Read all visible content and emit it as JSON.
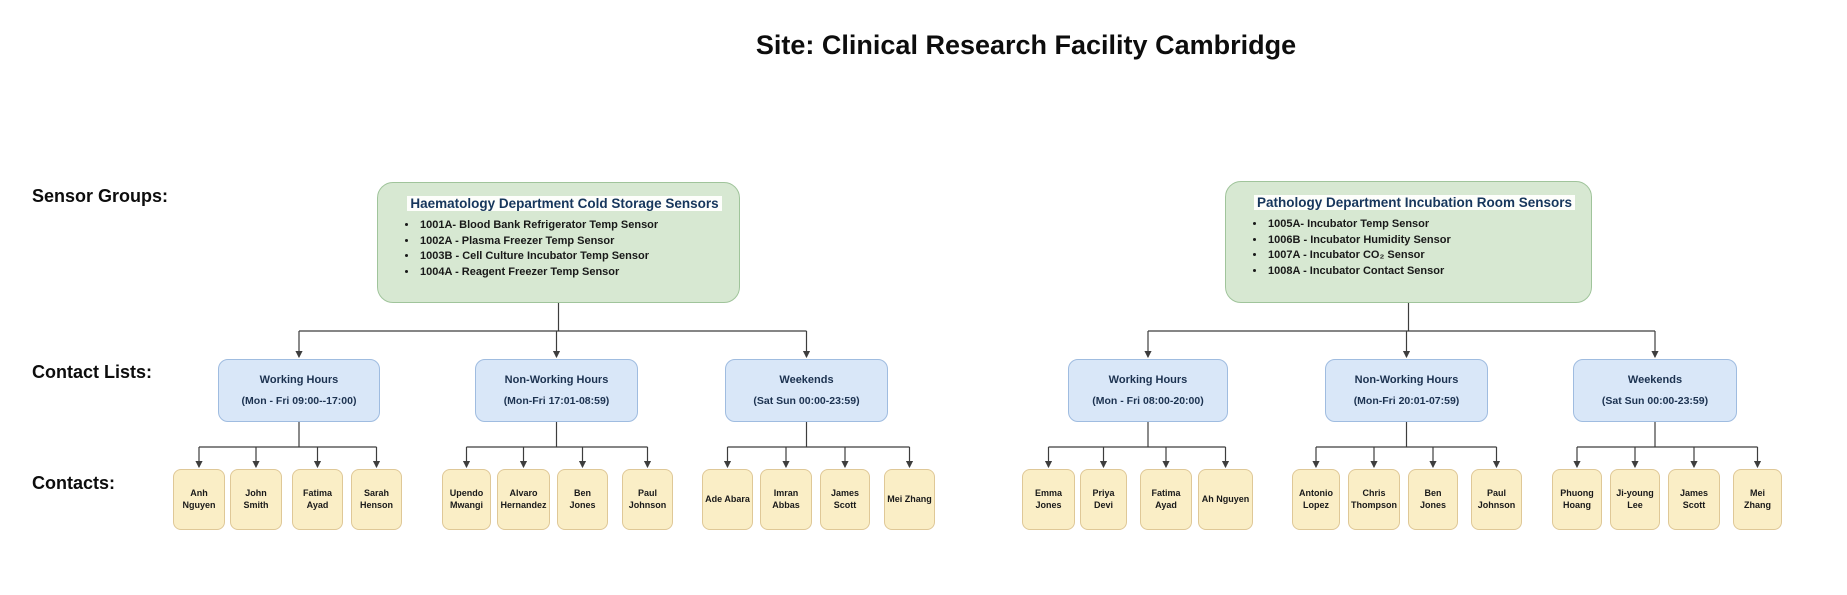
{
  "title": "Site: Clinical Research Facility Cambridge",
  "row_labels": {
    "sensor_groups": "Sensor Groups:",
    "contact_lists": "Contact Lists:",
    "contacts": "Contacts:"
  },
  "palette": {
    "sensor_group_fill": "#d7e8d2",
    "sensor_group_border": "#a0c49b",
    "contact_list_fill": "#d9e7f8",
    "contact_list_border": "#9fbce0",
    "contact_fill": "#faeec6",
    "contact_border": "#dfc897",
    "node_title_text": "#16365c",
    "connector_line": "#3d3d3d"
  },
  "trees": [
    {
      "group": {
        "title": "Haematology Department Cold Storage Sensors",
        "sensors": [
          "1001A- Blood Bank Refrigerator Temp Sensor",
          "1002A - Plasma Freezer Temp Sensor",
          "1003B - Cell Culture Incubator Temp Sensor",
          "1004A - Reagent Freezer Temp Sensor"
        ]
      },
      "lists": [
        {
          "name": "Working Hours",
          "schedule": "(Mon - Fri  09:00--17:00)",
          "contacts": [
            "Anh Nguyen",
            "John Smith",
            "Fatima Ayad",
            "Sarah Henson"
          ]
        },
        {
          "name": "Non-Working Hours",
          "schedule": "(Mon-Fri 17:01-08:59)",
          "contacts": [
            "Upendo Mwangi",
            "Alvaro Hernandez",
            "Ben Jones",
            "Paul Johnson"
          ]
        },
        {
          "name": "Weekends",
          "schedule": "(Sat Sun 00:00-23:59)",
          "contacts": [
            "Ade Abara",
            "Imran Abbas",
            "James Scott",
            "Mei Zhang"
          ]
        }
      ]
    },
    {
      "group": {
        "title": "Pathology Department Incubation Room Sensors",
        "sensors": [
          "1005A- Incubator Temp Sensor",
          "1006B - Incubator Humidity Sensor",
          "1007A - Incubator CO₂ Sensor",
          "1008A - Incubator Contact Sensor"
        ]
      },
      "lists": [
        {
          "name": "Working Hours",
          "schedule": "(Mon - Fri  08:00-20:00)",
          "contacts": [
            "Emma Jones",
            "Priya Devi",
            "Fatima Ayad",
            "Ah Nguyen"
          ]
        },
        {
          "name": "Non-Working Hours",
          "schedule": "(Mon-Fri 20:01-07:59)",
          "contacts": [
            "Antonio Lopez",
            "Chris Thompson",
            "Ben Jones",
            "Paul Johnson"
          ]
        },
        {
          "name": "Weekends",
          "schedule": "(Sat Sun 00:00-23:59)",
          "contacts": [
            "Phuong Hoang",
            "Ji-young Lee",
            "James Scott",
            "Mei Zhang"
          ]
        }
      ]
    }
  ]
}
